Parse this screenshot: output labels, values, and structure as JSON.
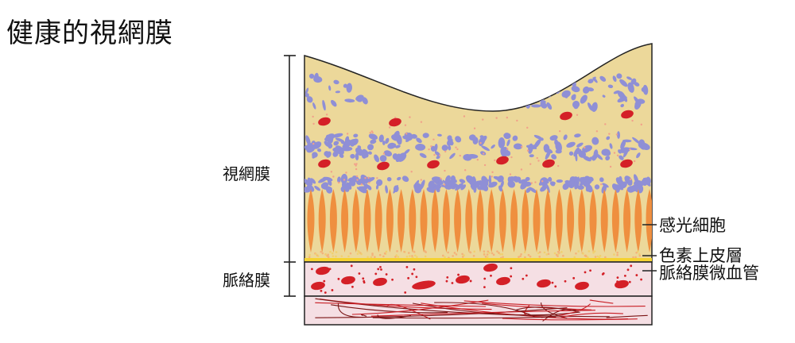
{
  "title": "健康的視網膜",
  "left_labels": {
    "retina": "視網膜",
    "choroid": "脈絡膜"
  },
  "right_labels": {
    "photoreceptors": "感光細胞",
    "rpe": "色素上皮層",
    "choriocapillaris": "脈絡膜微血管"
  },
  "colors": {
    "retina_fill": "#ecd89a",
    "choroid_fill": "#f5dfe4",
    "cell_blue": "#8f8fd6",
    "red_cell": "#d42027",
    "photoreceptor": "#ef8f3f",
    "rpe_band": "#f5d231",
    "outline": "#222222"
  }
}
